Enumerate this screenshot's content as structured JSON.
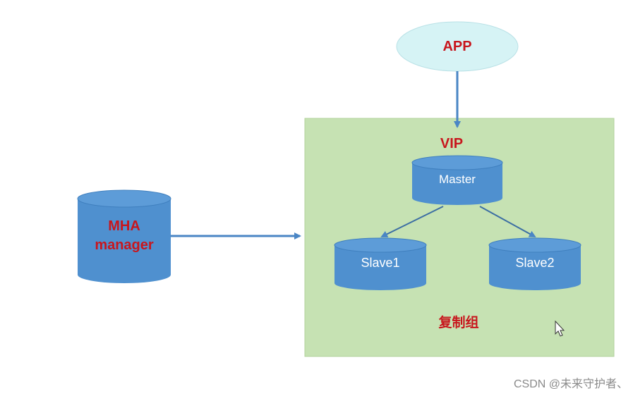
{
  "nodes": {
    "app": "APP",
    "vip": "VIP",
    "mha_line1": "MHA",
    "mha_line2": "manager",
    "master": "Master",
    "slave1": "Slave1",
    "slave2": "Slave2",
    "group": "复制组"
  },
  "watermark": "CSDN @未来守护者、",
  "colors": {
    "cylinder_fill": "#4f90cf",
    "cylinder_top": "#5d9cd8",
    "app_fill": "#d6f3f5",
    "group_fill": "#c6e2b3",
    "arrow": "#4a86c5",
    "label_red": "#c8161d"
  },
  "icons": [
    "cursor-icon"
  ]
}
